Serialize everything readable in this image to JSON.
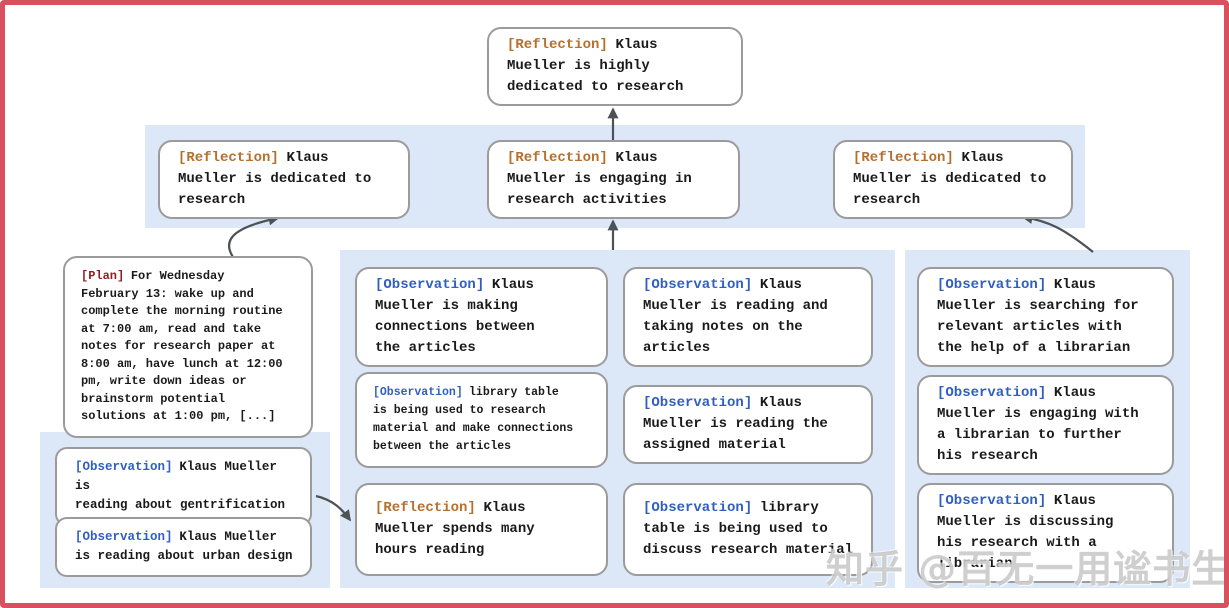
{
  "watermark": "知乎 @百无一用谧书生",
  "colors": {
    "frame": "#d9505f",
    "panel": "#dce8f7",
    "box_border": "#9b9b9b",
    "tag_reflection": "#b5702e",
    "tag_plan": "#8e1f1f",
    "tag_observation": "#315fc0",
    "arrow": "#4d5257"
  },
  "nodes": {
    "top": {
      "tag": "[Reflection]",
      "text": "Klaus\nMueller is highly\ndedicated to research"
    },
    "row2": [
      {
        "tag": "[Reflection]",
        "text": "Klaus\nMueller is dedicated to\nresearch"
      },
      {
        "tag": "[Reflection]",
        "text": "Klaus\nMueller is engaging in\nresearch activities"
      },
      {
        "tag": "[Reflection]",
        "text": "Klaus\nMueller is dedicated to\nresearch"
      }
    ],
    "plan": {
      "tag": "[Plan]",
      "text": "For Wednesday\nFebruary 13: wake up and\ncomplete the morning routine\nat 7:00 am, read and take\nnotes for research paper at\n8:00 am, have lunch at 12:00\npm, write down ideas or\nbrainstorm potential\nsolutions at 1:00 pm, [...]"
    },
    "left_obs": [
      {
        "tag": "[Observation]",
        "text": "Klaus Mueller is\nreading about gentrification"
      },
      {
        "tag": "[Observation]",
        "text": "Klaus Mueller\nis reading about urban design"
      }
    ],
    "mid_col_a": [
      {
        "tag": "[Observation]",
        "text": "Klaus\nMueller is making\nconnections between\nthe articles"
      },
      {
        "tag": "[Observation]",
        "text": "library table\nis being used to research\nmaterial and make connections\nbetween the articles"
      },
      {
        "tag": "[Reflection]",
        "text": "Klaus\nMueller spends many\nhours reading"
      }
    ],
    "mid_col_b": [
      {
        "tag": "[Observation]",
        "text": "Klaus\nMueller is reading and\ntaking notes on the\narticles"
      },
      {
        "tag": "[Observation]",
        "text": "Klaus\nMueller is reading the\nassigned material"
      },
      {
        "tag": "[Observation]",
        "text": "library\ntable is being used to\ndiscuss research material"
      }
    ],
    "right_col": [
      {
        "tag": "[Observation]",
        "text": "Klaus\nMueller is searching for\nrelevant articles with\nthe help of a librarian"
      },
      {
        "tag": "[Observation]",
        "text": "Klaus\nMueller is engaging with\na librarian to further\nhis research"
      },
      {
        "tag": "[Observation]",
        "text": "Klaus\nMueller is discussing\nhis research with a\nlibrarian"
      }
    ]
  }
}
